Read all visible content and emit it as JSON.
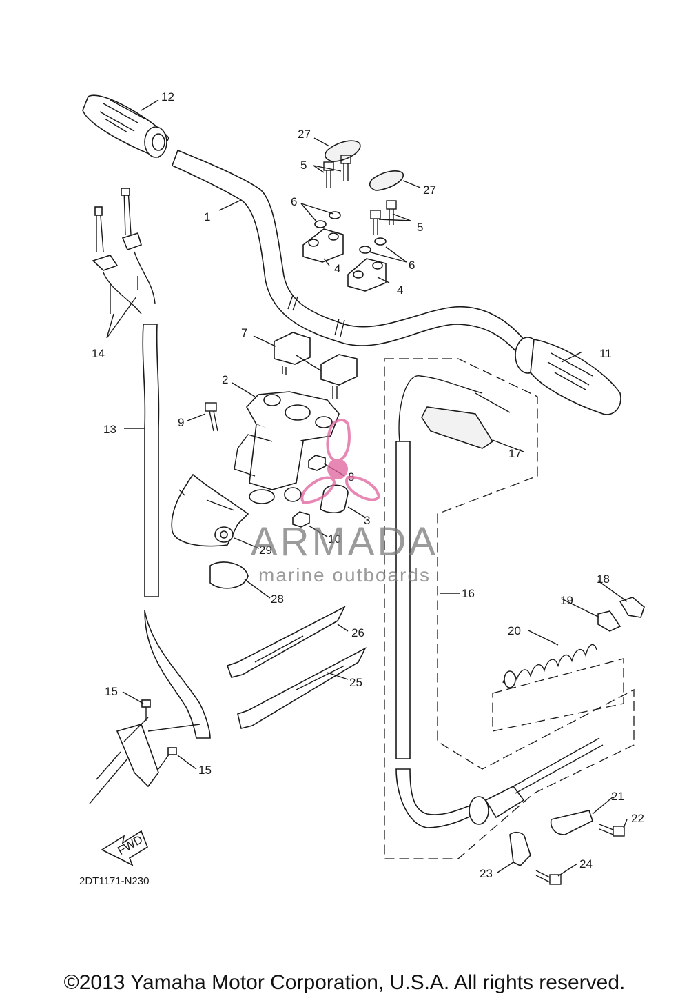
{
  "diagram": {
    "part_code": "2DT1171-N230",
    "fwd_label": "FWD",
    "callouts": [
      "1",
      "2",
      "3",
      "4",
      "4",
      "5",
      "5",
      "6",
      "6",
      "7",
      "8",
      "9",
      "10",
      "11",
      "12",
      "13",
      "14",
      "15",
      "15",
      "16",
      "17",
      "18",
      "19",
      "20",
      "21",
      "22",
      "23",
      "24",
      "25",
      "26",
      "27",
      "27",
      "28",
      "29"
    ]
  },
  "watermark": {
    "brand": "ARMADA",
    "tagline": "marine outboards",
    "accent_color": "#e0609c"
  },
  "footer": {
    "copyright": "©2013 Yamaha Motor Corporation, U.S.A. All rights reserved."
  }
}
